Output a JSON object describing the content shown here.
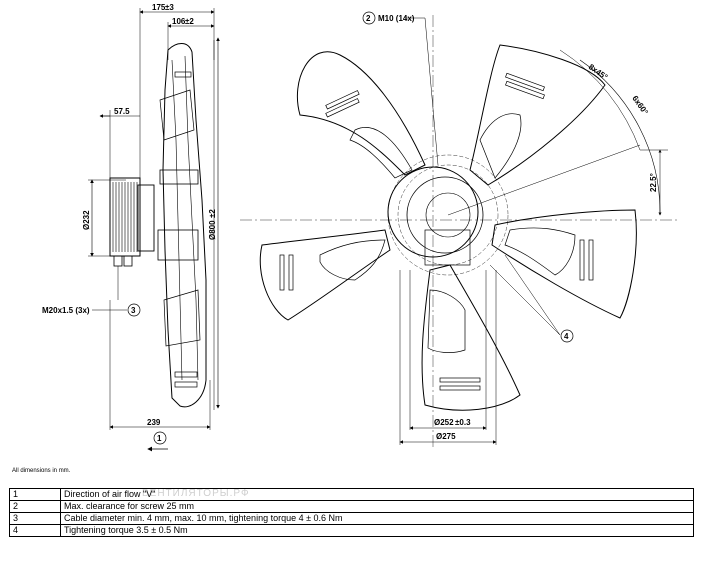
{
  "side_view": {
    "dim_overall_width": "175",
    "dim_overall_width_tol": "±3",
    "dim_front_width": "106",
    "dim_front_width_tol": "±2",
    "dim_motor_depth": "57.5",
    "dim_motor_dia": "Ø232",
    "dim_fan_dia": "Ø800",
    "dim_fan_dia_tol": "±2",
    "dim_bottom": "239",
    "thread_label": "M20x1.5 (3x)",
    "callout_3": "3",
    "callout_1": "1"
  },
  "front_view": {
    "callout_2": "2",
    "screw_label": "M10 (14x)",
    "angle_8x": "8x45°",
    "angle_6x": "6x60°",
    "angle_225": "22.5°",
    "dim_252": "Ø252",
    "dim_252_tol": "±0.3",
    "dim_275": "Ø275",
    "callout_4": "4"
  },
  "note": "All dimensions in mm.",
  "legend": [
    {
      "num": "1",
      "text": "Direction of air flow \"V\""
    },
    {
      "num": "2",
      "text": "Max. clearance for screw 25 mm"
    },
    {
      "num": "3",
      "text": "Cable diameter min. 4 mm, max. 10 mm, tightening torque 4 ± 0.6 Nm"
    },
    {
      "num": "4",
      "text": "Tightening torque 3.5 ± 0.5 Nm"
    }
  ],
  "watermark": "ВЕНТИЛЯТОРЫ.РФ"
}
